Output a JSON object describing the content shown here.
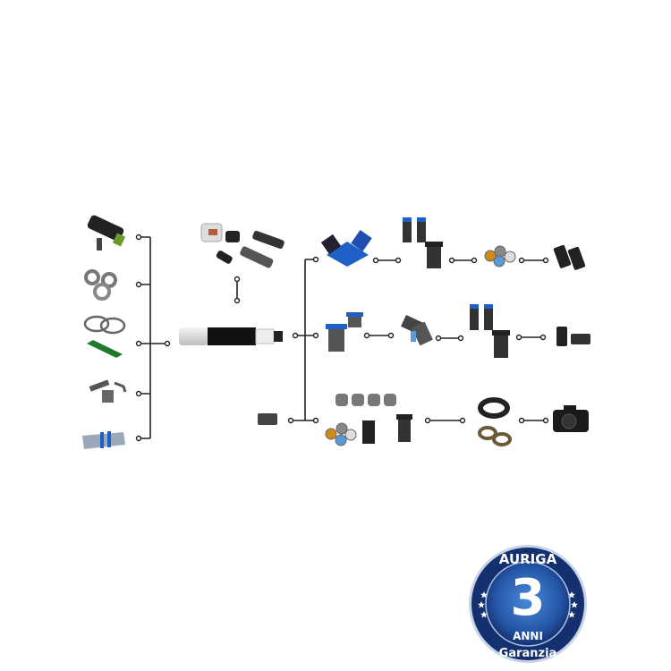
{
  "colors": {
    "background": "#ffffff",
    "connector": "#222222",
    "accessory_blue": "#1f5fc8",
    "badge_dark": "#14306e",
    "badge_light": "#3f7fd0"
  },
  "diagram": {
    "central_item_icon": "refractor-telescope-icon",
    "left_branch_icons": [
      "finder-scope-icon",
      "adapter-rings-icon",
      "tube-rings-icon",
      "dovetail-bar-icon",
      "finder-bracket-icon",
      "carry-bag-icon"
    ],
    "top_branch_icons": [
      "goto-mount-handset-icon",
      "finder-scopes-icon"
    ],
    "right_rows": [
      {
        "icons": [
          "binoviewer-diagonal-icon",
          "eyepiece-pair-icon",
          "filter-set-icon",
          "eyepiece-pair-icon"
        ]
      },
      {
        "icons": [
          "visual-adapter-icon",
          "star-diagonal-icon",
          "eyepiece-pair-icon",
          "eyepiece-icon"
        ]
      },
      {
        "icons": [
          "extension-tube-icon",
          "filters-and-barlow-icon",
          "t-ring-icon",
          "dslr-camera-icon"
        ]
      }
    ]
  },
  "badge": {
    "brand": "AURIGA",
    "number": "3",
    "unit": "ANNI",
    "label": "Garanzia"
  }
}
